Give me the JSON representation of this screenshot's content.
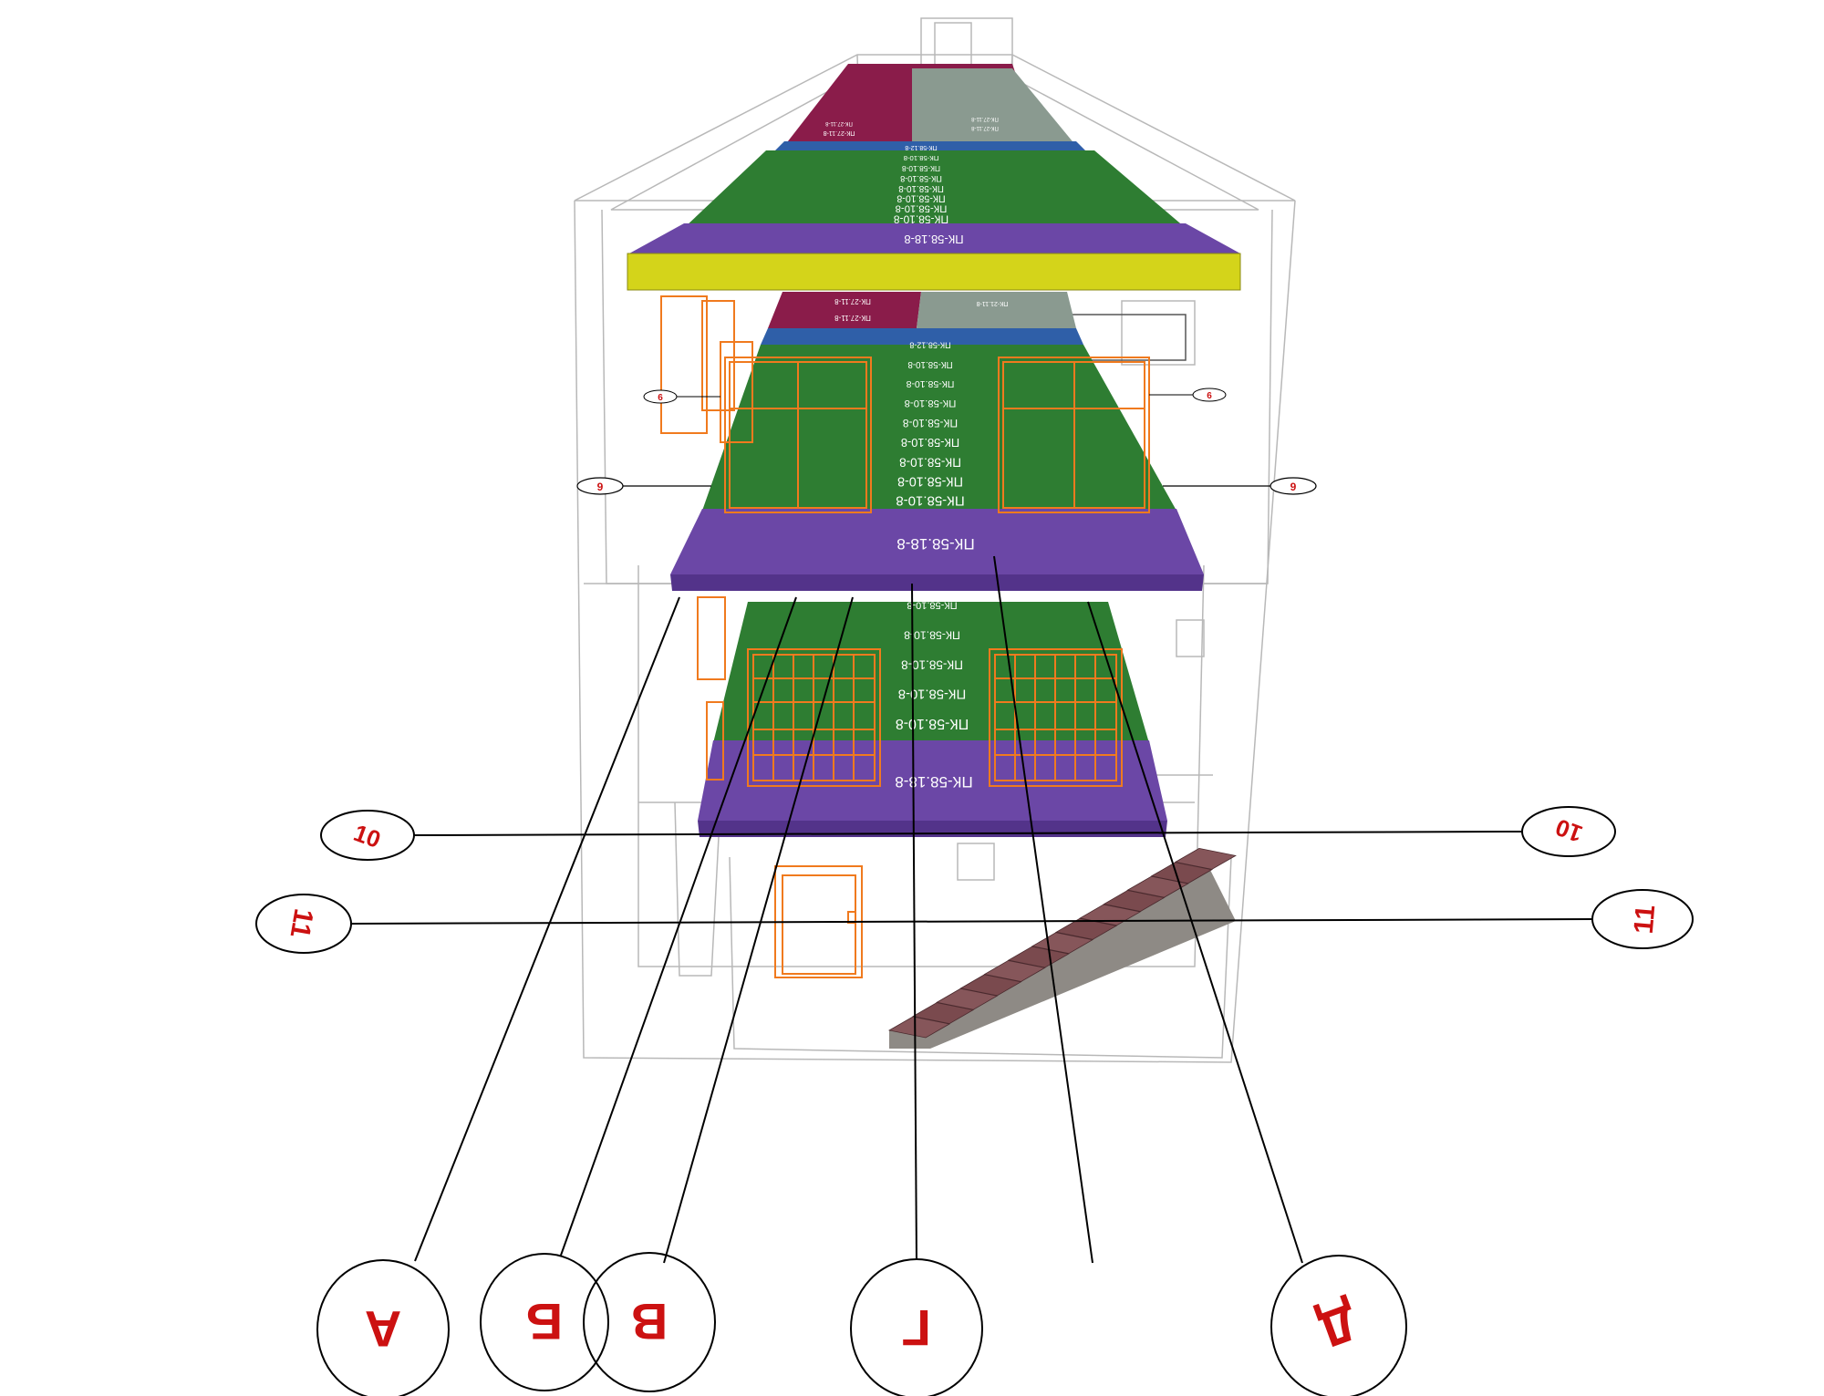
{
  "colors": {
    "slab_green": "#2e7d32",
    "slab_purple": "#6b47a6",
    "slab_blue": "#2f5fa8",
    "slab_maroon": "#8a1c4a",
    "slab_gray": "#8a9a90",
    "roof_yellow": "#d4d41a",
    "window_orange": "#f07a1e",
    "wire": "#b8b8b8",
    "axis_red": "#cc1111",
    "stair": "#7a4a4e"
  },
  "axes": {
    "letters": [
      "А",
      "Б",
      "В",
      "Г",
      "Д"
    ],
    "rows": [
      {
        "left": "10",
        "right": "10"
      },
      {
        "left": "11",
        "right": "11"
      }
    ],
    "floor_markers": [
      "9",
      "9",
      "6",
      "6"
    ]
  },
  "top_slab": {
    "labels": [
      "ПК-58.10-8",
      "ПК-58.10-8",
      "ПК-58.10-8",
      "ПК-58.10-8",
      "ПК-58.10-8",
      "ПК-58.10-8",
      "ПК-58.10-8",
      "ПК-58.12-8"
    ],
    "edge_label": "ПК-58.18-8",
    "upper_labels": [
      "ПК-27.11-8",
      "ПК-27.11-8",
      "ПК-27.11-8",
      "ПК-27.11-8"
    ]
  },
  "mid_slab": {
    "labels": [
      "ПК-58.10-8",
      "ПК-58.10-8",
      "ПК-58.10-8",
      "ПК-58.10-8",
      "ПК-58.10-8",
      "ПК-58.10-8",
      "ПК-58.10-8",
      "ПК-58.10-8",
      "ПК-58.12-8"
    ],
    "edge_label": "ПК-58.18-8",
    "upper_labels": [
      "ПК-27.11-8",
      "ПК-27.11-8",
      "ПК-21.11-8"
    ]
  },
  "low_slab": {
    "labels": [
      "ПК-58.10-8",
      "ПК-58.10-8",
      "ПК-58.10-8",
      "ПК-58.10-8",
      "ПК-58.10-8"
    ],
    "edge_label": "ПК-58.18-8"
  }
}
